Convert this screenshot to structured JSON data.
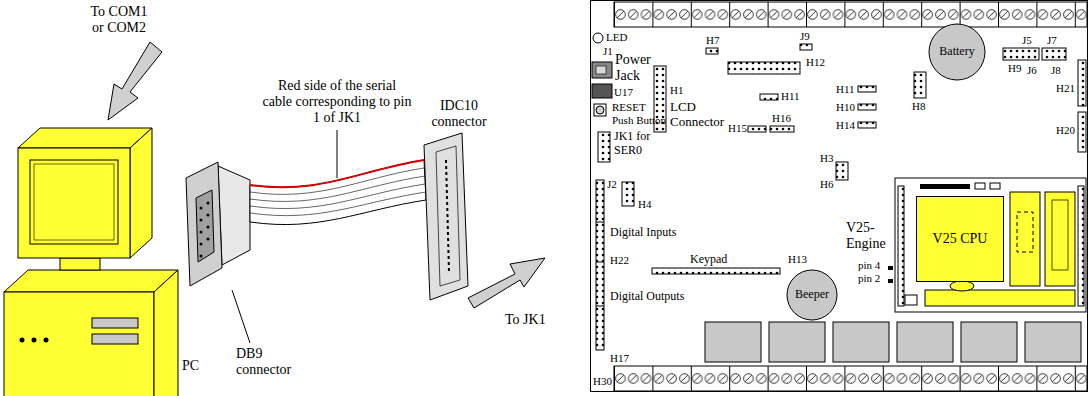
{
  "diagram": {
    "nodes": [
      {
        "text": [
          "Battery"
        ]
      },
      {
        "text": [
          "V25 CPU"
        ]
      },
      {
        "text": [
          "Beeper"
        ]
      }
    ],
    "labels": [
      "To COM1 or COM2",
      "Red side of the serial cable corresponding to pin 1 of JK1",
      "IDC10 connector",
      "DB9 connector",
      "To JK1",
      "PC",
      "LED",
      "J1",
      "Power Jack",
      "U17",
      "RESET Push Button",
      "JK1 for SER0",
      "H7",
      "H1",
      "LCD Connector",
      "H12",
      "J9",
      "H11",
      "H11",
      "H10",
      "H14",
      "H15",
      "H16",
      "H8",
      "J5",
      "J7",
      "H9",
      "J6",
      "J8",
      "H21",
      "H20",
      "H3",
      "H6",
      "H4",
      "J2",
      "Digital Inputs",
      "H22",
      "Keypad",
      "H13",
      "Digital Outputs",
      "H17",
      "H30",
      "V25- Engine",
      "pin 4",
      "pin 2"
    ]
  }
}
